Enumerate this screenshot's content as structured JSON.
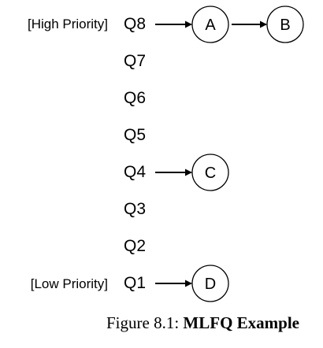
{
  "priority_labels": {
    "high": "[High Priority]",
    "low": "[Low Priority]"
  },
  "queues": [
    "Q8",
    "Q7",
    "Q6",
    "Q5",
    "Q4",
    "Q3",
    "Q2",
    "Q1"
  ],
  "jobs": [
    {
      "queue": "Q8",
      "chain": [
        "A",
        "B"
      ]
    },
    {
      "queue": "Q4",
      "chain": [
        "C"
      ]
    },
    {
      "queue": "Q1",
      "chain": [
        "D"
      ]
    }
  ],
  "caption": {
    "prefix": "Figure 8.1: ",
    "title": "MLFQ Example"
  }
}
